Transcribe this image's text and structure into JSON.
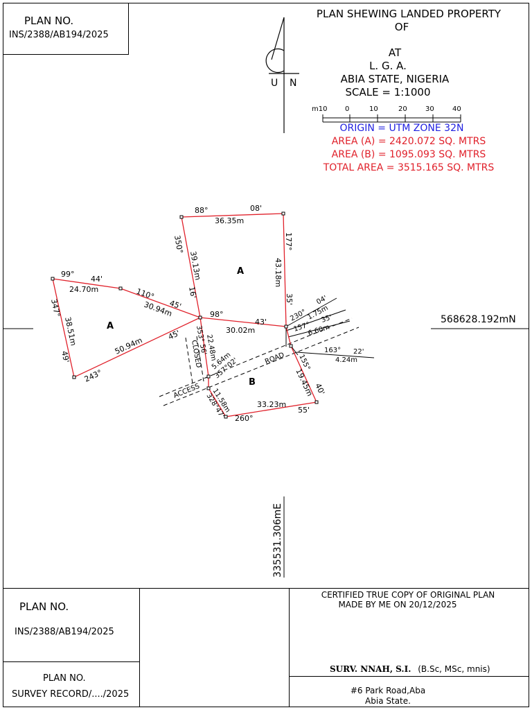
{
  "plan_box_top": {
    "label": "PLAN NO.",
    "number": "INS/2388/AB194/2025"
  },
  "title": {
    "line1": "PLAN SHEWING LANDED PROPERTY",
    "line2": "OF",
    "line3": "AT",
    "line4": "L. G. A.",
    "line5": "ABIA STATE, NIGERIA",
    "line6": "SCALE = 1:1000"
  },
  "north": {
    "u": "U",
    "n": "N"
  },
  "scale_bar": {
    "labels": [
      "m10",
      "0",
      "10",
      "20",
      "30",
      "40"
    ]
  },
  "info": {
    "origin": "ORIGIN = UTM ZONE 32N",
    "area_a": "AREA (A) = 2420.072 SQ. MTRS",
    "area_b": "AREA (B) = 1095.093 SQ. MTRS",
    "total": "TOTAL AREA = 3515.165 SQ. MTRS"
  },
  "coords": {
    "northing": "568628.192mN",
    "easting": "335531.306mE"
  },
  "parcels": {
    "a_upper": "A",
    "a_left": "A",
    "b": "B"
  },
  "road": {
    "access": "ACCESS",
    "road": "ROAD",
    "closed": "CLOSED"
  },
  "bearings": {
    "b88": "88°",
    "b08": "08'",
    "d3635": "36.35m",
    "b350": "350°",
    "d3913": "39.13m",
    "b16": "16'",
    "b177": "177°",
    "d4318": "43.18m",
    "b35": "35'",
    "b99": "99°",
    "b44": "44'",
    "d2470": "24.70m",
    "b110": "110°",
    "d3094": "30.94m",
    "b45a": "45'",
    "b98": "98°",
    "d3002": "30.02m",
    "b43": "43'",
    "b347": "347°",
    "d3851": "38.51m",
    "b49": "49'",
    "d5094": "50.94m",
    "b45b": "45'",
    "b243": "243°",
    "b353": "353°",
    "b56": "56'",
    "d2248": "22.48m",
    "d564": "5.64m",
    "b357": "357°02'",
    "b230": "230°",
    "b04": "04'",
    "d175": "1.75m",
    "b157": "157°",
    "b35b": "35'",
    "d660": "6.60m",
    "b163": "163°",
    "b22": "22'",
    "d424": "4.24m",
    "b155": "155°",
    "d1945": "19.45m",
    "b40": "40'",
    "d1158": "11.58m",
    "b328": "328°47'",
    "d3323": "33.23m",
    "b260": "260°",
    "b55": "55'"
  },
  "bottom": {
    "plan_label": "PLAN NO.",
    "plan_number": "INS/2388/AB194/2025",
    "record_label": "PLAN NO.",
    "record_number": "SURVEY RECORD/..../2025",
    "cert_line1": "CERTIFIED TRUE COPY OF ORIGINAL PLAN",
    "cert_line2": "MADE BY ME ON 20/12/2025",
    "surveyor": "SURV. NNAH, S.I.",
    "credentials": "(B.Sc, MSc, mnis)",
    "address1": "#6 Park Road,Aba",
    "address2": "Abia State."
  },
  "colors": {
    "boundary": "#e0202a",
    "origin": "#1f1fe0",
    "area": "#e0202a"
  }
}
